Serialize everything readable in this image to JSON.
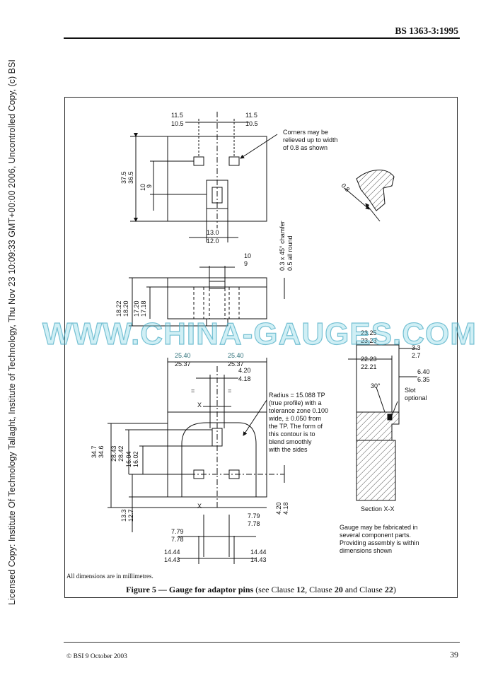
{
  "header": {
    "standard": "BS 1363-3:1995"
  },
  "sidebar_notice": "Licensed Copy: Institute Of Technology Tallaght, Institute of Technology, Thu Nov 23 10:09:33 GMT+00:00 2006, Uncontrolled Copy, (c) BSI",
  "watermark": "WWW.CHINA-GAUGES.COM",
  "figure": {
    "note_units": "All dimensions are in millimetres.",
    "caption_prefix": "Figure 5 — Gauge for adaptor pins",
    "caption_refs": [
      {
        "text": " (see Clause ",
        "bold": false
      },
      {
        "text": "12",
        "bold": true
      },
      {
        "text": ", Clause ",
        "bold": false
      },
      {
        "text": "20",
        "bold": true
      },
      {
        "text": " and Clause ",
        "bold": false
      },
      {
        "text": "22",
        "bold": true
      },
      {
        "text": ")",
        "bold": false
      }
    ],
    "labels": {
      "top_left_w1": "11.5",
      "top_left_w2": "10.5",
      "top_right_w1": "11.5",
      "top_right_w2": "10.5",
      "corners_note_1": "Corners may be",
      "corners_note_2": "relieved up to width",
      "corners_note_3": "of 0.8 as shown",
      "height_375": "37.5",
      "height_365": "36.5",
      "h10": "10",
      "h9": "9",
      "w130": "13.0",
      "w120": "12.0",
      "chamfer_1": "0.3 x 45° chamfer",
      "chamfer_2": "0.5 all round",
      "detail_08": "0.8",
      "mid_10": "10",
      "mid_9": "9",
      "h1822": "18.22",
      "h1820": "18.20",
      "h1720": "17.20",
      "h1718": "17.18",
      "a2540": "25.40",
      "a2537": "25.37",
      "b2540": "25.40",
      "b2537": "25.37",
      "c420": "4.20",
      "c418": "4.18",
      "eq": "=",
      "x_mark": "X",
      "radius_1": "Radius = 15.088 TP",
      "radius_2": "(true profile) with a",
      "radius_3": "tolerance zone 0.100",
      "radius_4": "wide, ± 0.050 from",
      "radius_5": "the TP. The form of",
      "radius_6": "this contour is to",
      "radius_7": "blend smoothly",
      "radius_8": "with the sides",
      "v347": "34.7",
      "v346": "34.6",
      "v2843": "28.43",
      "v2842": "28.42",
      "v1604": "16.04",
      "v1602": "16.02",
      "v133": "13.3",
      "v127": "12.7",
      "r420": "4.20",
      "r418": "4.18",
      "d779a": "7.79",
      "d778a": "7.78",
      "d779b": "7.79",
      "d778b": "7.78",
      "d1444a": "14.44",
      "d1443a": "14.43",
      "d1444b": "14.44",
      "d1443b": "14.43",
      "s2325": "23.25",
      "s2323": "23.23",
      "s2223": "22.23",
      "s2221": "22.21",
      "s33": "3.3",
      "s27": "2.7",
      "s640": "6.40",
      "s635": "6.35",
      "s30": "30°",
      "slot_1": "Slot",
      "slot_2": "optional",
      "section": "Section X-X",
      "fab_1": "Gauge may be fabricated in",
      "fab_2": "several component parts.",
      "fab_3": "Providing assembly is within",
      "fab_4": "dimensions shown"
    }
  },
  "footer": {
    "copyright": "© BSI 9 October 2003",
    "page": "39"
  }
}
